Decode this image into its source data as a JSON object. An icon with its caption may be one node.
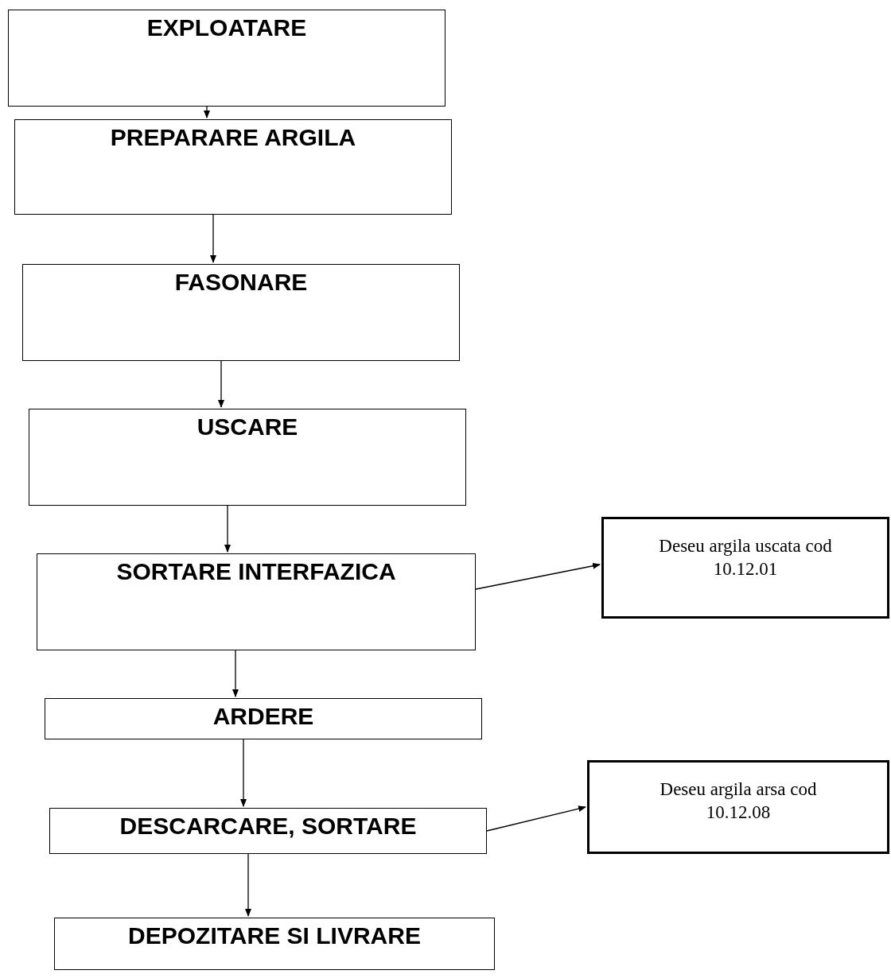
{
  "diagram": {
    "nodes": [
      {
        "text": [
          "EXPLOATARE"
        ]
      },
      {
        "text": [
          "PREPARARE ARGILA"
        ]
      },
      {
        "text": [
          "FASONARE"
        ]
      },
      {
        "text": [
          "USCARE"
        ]
      },
      {
        "text": [
          "SORTARE INTERFAZICA"
        ]
      },
      {
        "text": [
          "Deseu argila uscata cod 10.12.01"
        ]
      },
      {
        "text": [
          "ARDERE"
        ]
      },
      {
        "text": [
          "DESCARCARE, SORTARE"
        ]
      },
      {
        "text": [
          "Deseu argila arsa cod 10.12.08"
        ]
      },
      {
        "text": [
          "DEPOZITARE SI LIVRARE"
        ]
      }
    ],
    "edges": [
      {
        "from": 0,
        "to": 1,
        "arrow": "to"
      },
      {
        "from": 1,
        "to": 2,
        "arrow": "to"
      },
      {
        "from": 2,
        "to": 3,
        "arrow": "to"
      },
      {
        "from": 3,
        "to": 4,
        "arrow": "to"
      },
      {
        "from": 4,
        "to": 5,
        "arrow": "to"
      },
      {
        "from": 4,
        "to": 6,
        "arrow": "to"
      },
      {
        "from": 6,
        "to": 7,
        "arrow": "to"
      },
      {
        "from": 7,
        "to": 8,
        "arrow": "to"
      },
      {
        "from": 7,
        "to": 9,
        "arrow": "to"
      }
    ]
  }
}
